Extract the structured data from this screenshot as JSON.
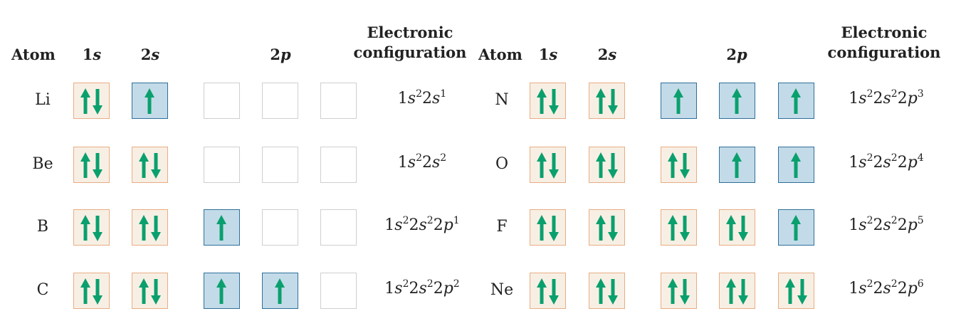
{
  "headers": {
    "atom": "Atom",
    "s1": "1s",
    "s2": "2s",
    "p2": "2p",
    "config_line1": "Electronic",
    "config_line2": "configuration"
  },
  "left_table": [
    {
      "atom": "Li",
      "orbitals": [
        2,
        1,
        0,
        0,
        0
      ],
      "config": "1s²2s¹"
    },
    {
      "atom": "Be",
      "orbitals": [
        2,
        2,
        0,
        0,
        0
      ],
      "config": "1s²2s²"
    },
    {
      "atom": "B",
      "orbitals": [
        2,
        2,
        1,
        0,
        0
      ],
      "config": "1s²2s²2p¹"
    },
    {
      "atom": "C",
      "orbitals": [
        2,
        2,
        1,
        1,
        0
      ],
      "config": "1s²2s²2p²"
    }
  ],
  "right_table": [
    {
      "atom": "N",
      "orbitals": [
        2,
        2,
        1,
        1,
        1
      ],
      "config": "1s²2s²2p³"
    },
    {
      "atom": "O",
      "orbitals": [
        2,
        2,
        2,
        1,
        1
      ],
      "config": "1s²2s²2p⁴"
    },
    {
      "atom": "F",
      "orbitals": [
        2,
        2,
        2,
        2,
        1
      ],
      "config": "1s²2s²2p⁵"
    },
    {
      "atom": "Ne",
      "orbitals": [
        2,
        2,
        2,
        2,
        2
      ],
      "config": "1s²2s²2p⁶"
    }
  ],
  "colors": {
    "arrow": "#0aa06e",
    "full_fill": "#f8efe4",
    "full_border": "#e8ad84",
    "half_fill": "#c3dbe8",
    "half_border": "#2f6f9a",
    "empty_border": "#cfcfcf"
  }
}
